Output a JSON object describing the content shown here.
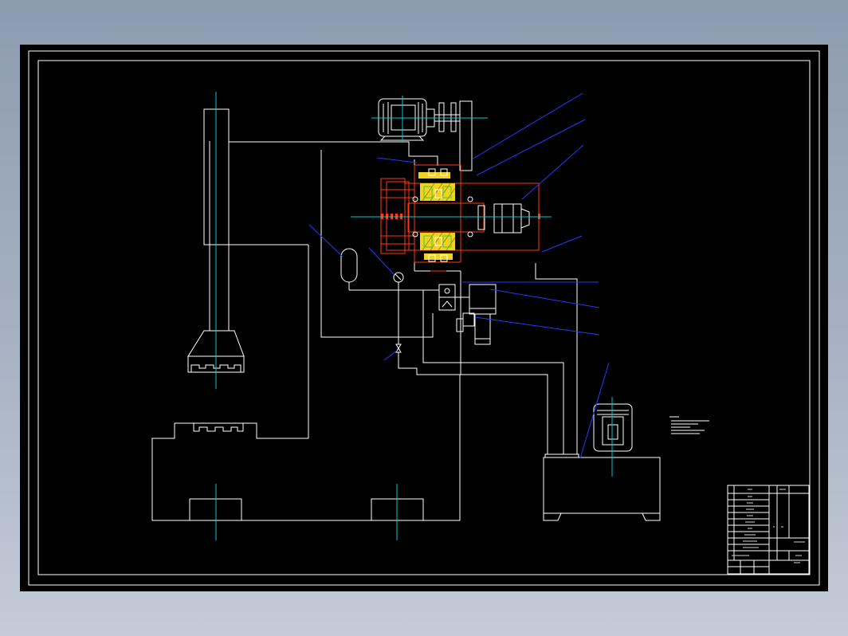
{
  "viewer": {
    "background": "#98a5b8",
    "sheet_color": "#000000"
  },
  "colors": {
    "line": "#ffffff",
    "centerline": "#00c8d2",
    "leader": "#1f3cff",
    "section": "#ff3a14",
    "hatch": "#f2d21e",
    "component": "#36d236"
  },
  "drawing": {
    "components": [
      "motor-top",
      "coupling",
      "pump-clutch-assembly",
      "cylinder",
      "motor-right",
      "press-frame",
      "ram",
      "press-bed",
      "accumulator",
      "pressure-gauge",
      "valve",
      "hydraulic-unit",
      "tank-motor"
    ]
  },
  "title_block": {
    "rows": 11,
    "columns": 6
  }
}
